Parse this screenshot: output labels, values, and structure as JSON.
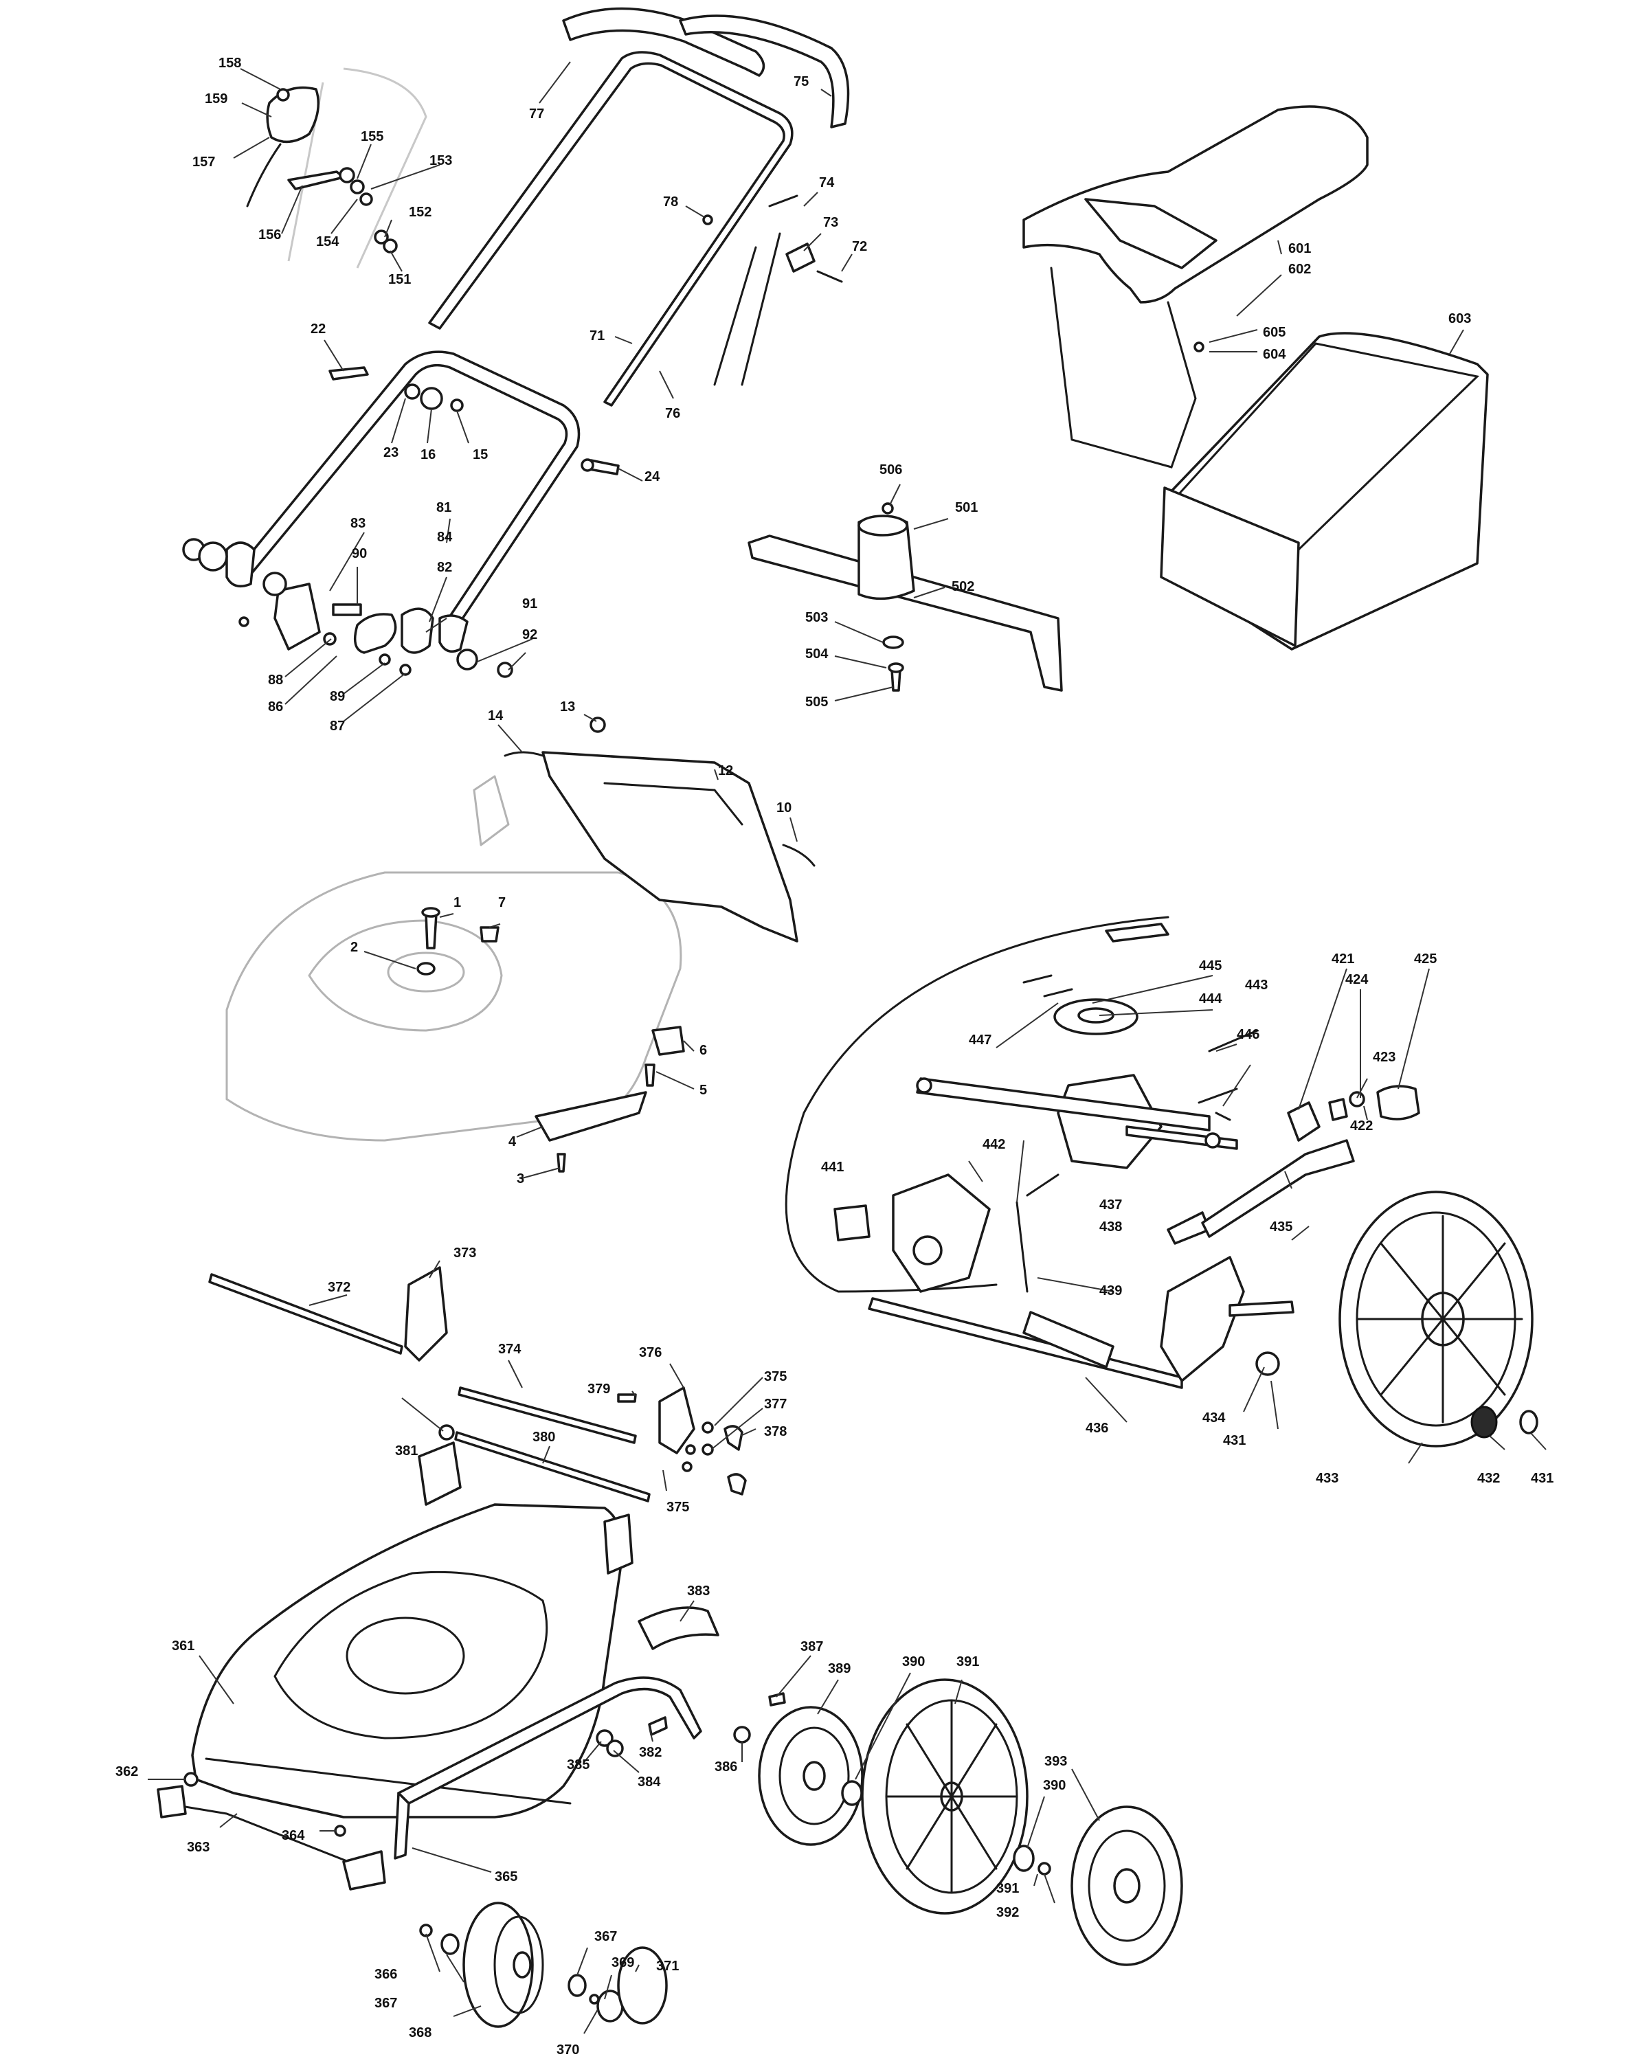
{
  "diagram": {
    "type": "exploded parts diagram",
    "labels": [
      {
        "text": "158"
      },
      {
        "text": "159"
      },
      {
        "text": "157"
      },
      {
        "text": "155"
      },
      {
        "text": "153"
      },
      {
        "text": "156"
      },
      {
        "text": "154"
      },
      {
        "text": "152"
      },
      {
        "text": "151"
      },
      {
        "text": "77"
      },
      {
        "text": "75"
      },
      {
        "text": "78"
      },
      {
        "text": "74"
      },
      {
        "text": "73"
      },
      {
        "text": "72"
      },
      {
        "text": "71"
      },
      {
        "text": "76"
      },
      {
        "text": "22"
      },
      {
        "text": "23"
      },
      {
        "text": "16"
      },
      {
        "text": "15"
      },
      {
        "text": "24"
      },
      {
        "text": "81"
      },
      {
        "text": "83"
      },
      {
        "text": "90"
      },
      {
        "text": "84"
      },
      {
        "text": "82"
      },
      {
        "text": "88"
      },
      {
        "text": "86"
      },
      {
        "text": "89"
      },
      {
        "text": "87"
      },
      {
        "text": "91"
      },
      {
        "text": "92"
      },
      {
        "text": "601"
      },
      {
        "text": "602"
      },
      {
        "text": "603"
      },
      {
        "text": "605"
      },
      {
        "text": "604"
      },
      {
        "text": "506"
      },
      {
        "text": "501"
      },
      {
        "text": "502"
      },
      {
        "text": "503"
      },
      {
        "text": "504"
      },
      {
        "text": "505"
      },
      {
        "text": "14"
      },
      {
        "text": "13"
      },
      {
        "text": "12"
      },
      {
        "text": "10"
      },
      {
        "text": "1"
      },
      {
        "text": "7"
      },
      {
        "text": "2"
      },
      {
        "text": "6"
      },
      {
        "text": "5"
      },
      {
        "text": "4"
      },
      {
        "text": "3"
      },
      {
        "text": "421"
      },
      {
        "text": "425"
      },
      {
        "text": "424"
      },
      {
        "text": "445"
      },
      {
        "text": "443"
      },
      {
        "text": "444"
      },
      {
        "text": "447"
      },
      {
        "text": "446"
      },
      {
        "text": "423"
      },
      {
        "text": "422"
      },
      {
        "text": "442"
      },
      {
        "text": "441"
      },
      {
        "text": "437"
      },
      {
        "text": "438"
      },
      {
        "text": "435"
      },
      {
        "text": "439"
      },
      {
        "text": "436"
      },
      {
        "text": "434"
      },
      {
        "text": "431"
      },
      {
        "text": "433"
      },
      {
        "text": "432"
      },
      {
        "text": "431"
      },
      {
        "text": "373"
      },
      {
        "text": "372"
      },
      {
        "text": "374"
      },
      {
        "text": "376"
      },
      {
        "text": "379"
      },
      {
        "text": "375"
      },
      {
        "text": "377"
      },
      {
        "text": "378"
      },
      {
        "text": "381"
      },
      {
        "text": "380"
      },
      {
        "text": "375"
      },
      {
        "text": "383"
      },
      {
        "text": "361"
      },
      {
        "text": "387"
      },
      {
        "text": "389"
      },
      {
        "text": "390"
      },
      {
        "text": "391"
      },
      {
        "text": "382"
      },
      {
        "text": "385"
      },
      {
        "text": "384"
      },
      {
        "text": "386"
      },
      {
        "text": "362"
      },
      {
        "text": "364"
      },
      {
        "text": "363"
      },
      {
        "text": "365"
      },
      {
        "text": "393"
      },
      {
        "text": "390"
      },
      {
        "text": "391"
      },
      {
        "text": "392"
      },
      {
        "text": "367"
      },
      {
        "text": "366"
      },
      {
        "text": "367"
      },
      {
        "text": "369"
      },
      {
        "text": "371"
      },
      {
        "text": "368"
      },
      {
        "text": "370"
      }
    ]
  }
}
